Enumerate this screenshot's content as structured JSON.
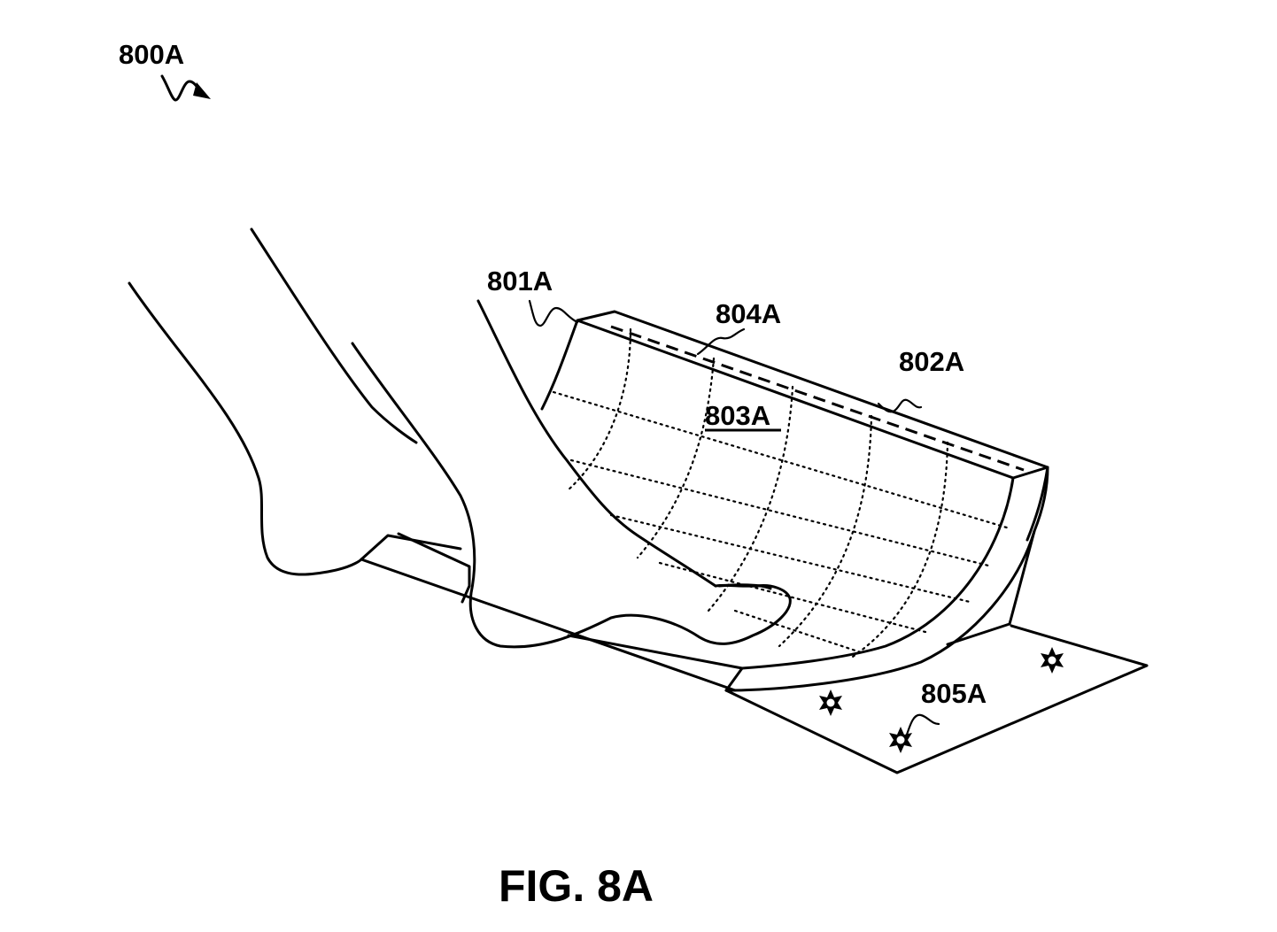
{
  "figure": {
    "caption": "FIG. 8A",
    "labels": {
      "assembly": "800A",
      "panel_edge": "801A",
      "panel_outer": "802A",
      "panel_surface": "803A",
      "panel_top_strip": "804A",
      "base_markers": "805A"
    },
    "icons": {
      "marker": "star-marker-icon",
      "arrow": "squiggle-arrow-icon"
    }
  }
}
